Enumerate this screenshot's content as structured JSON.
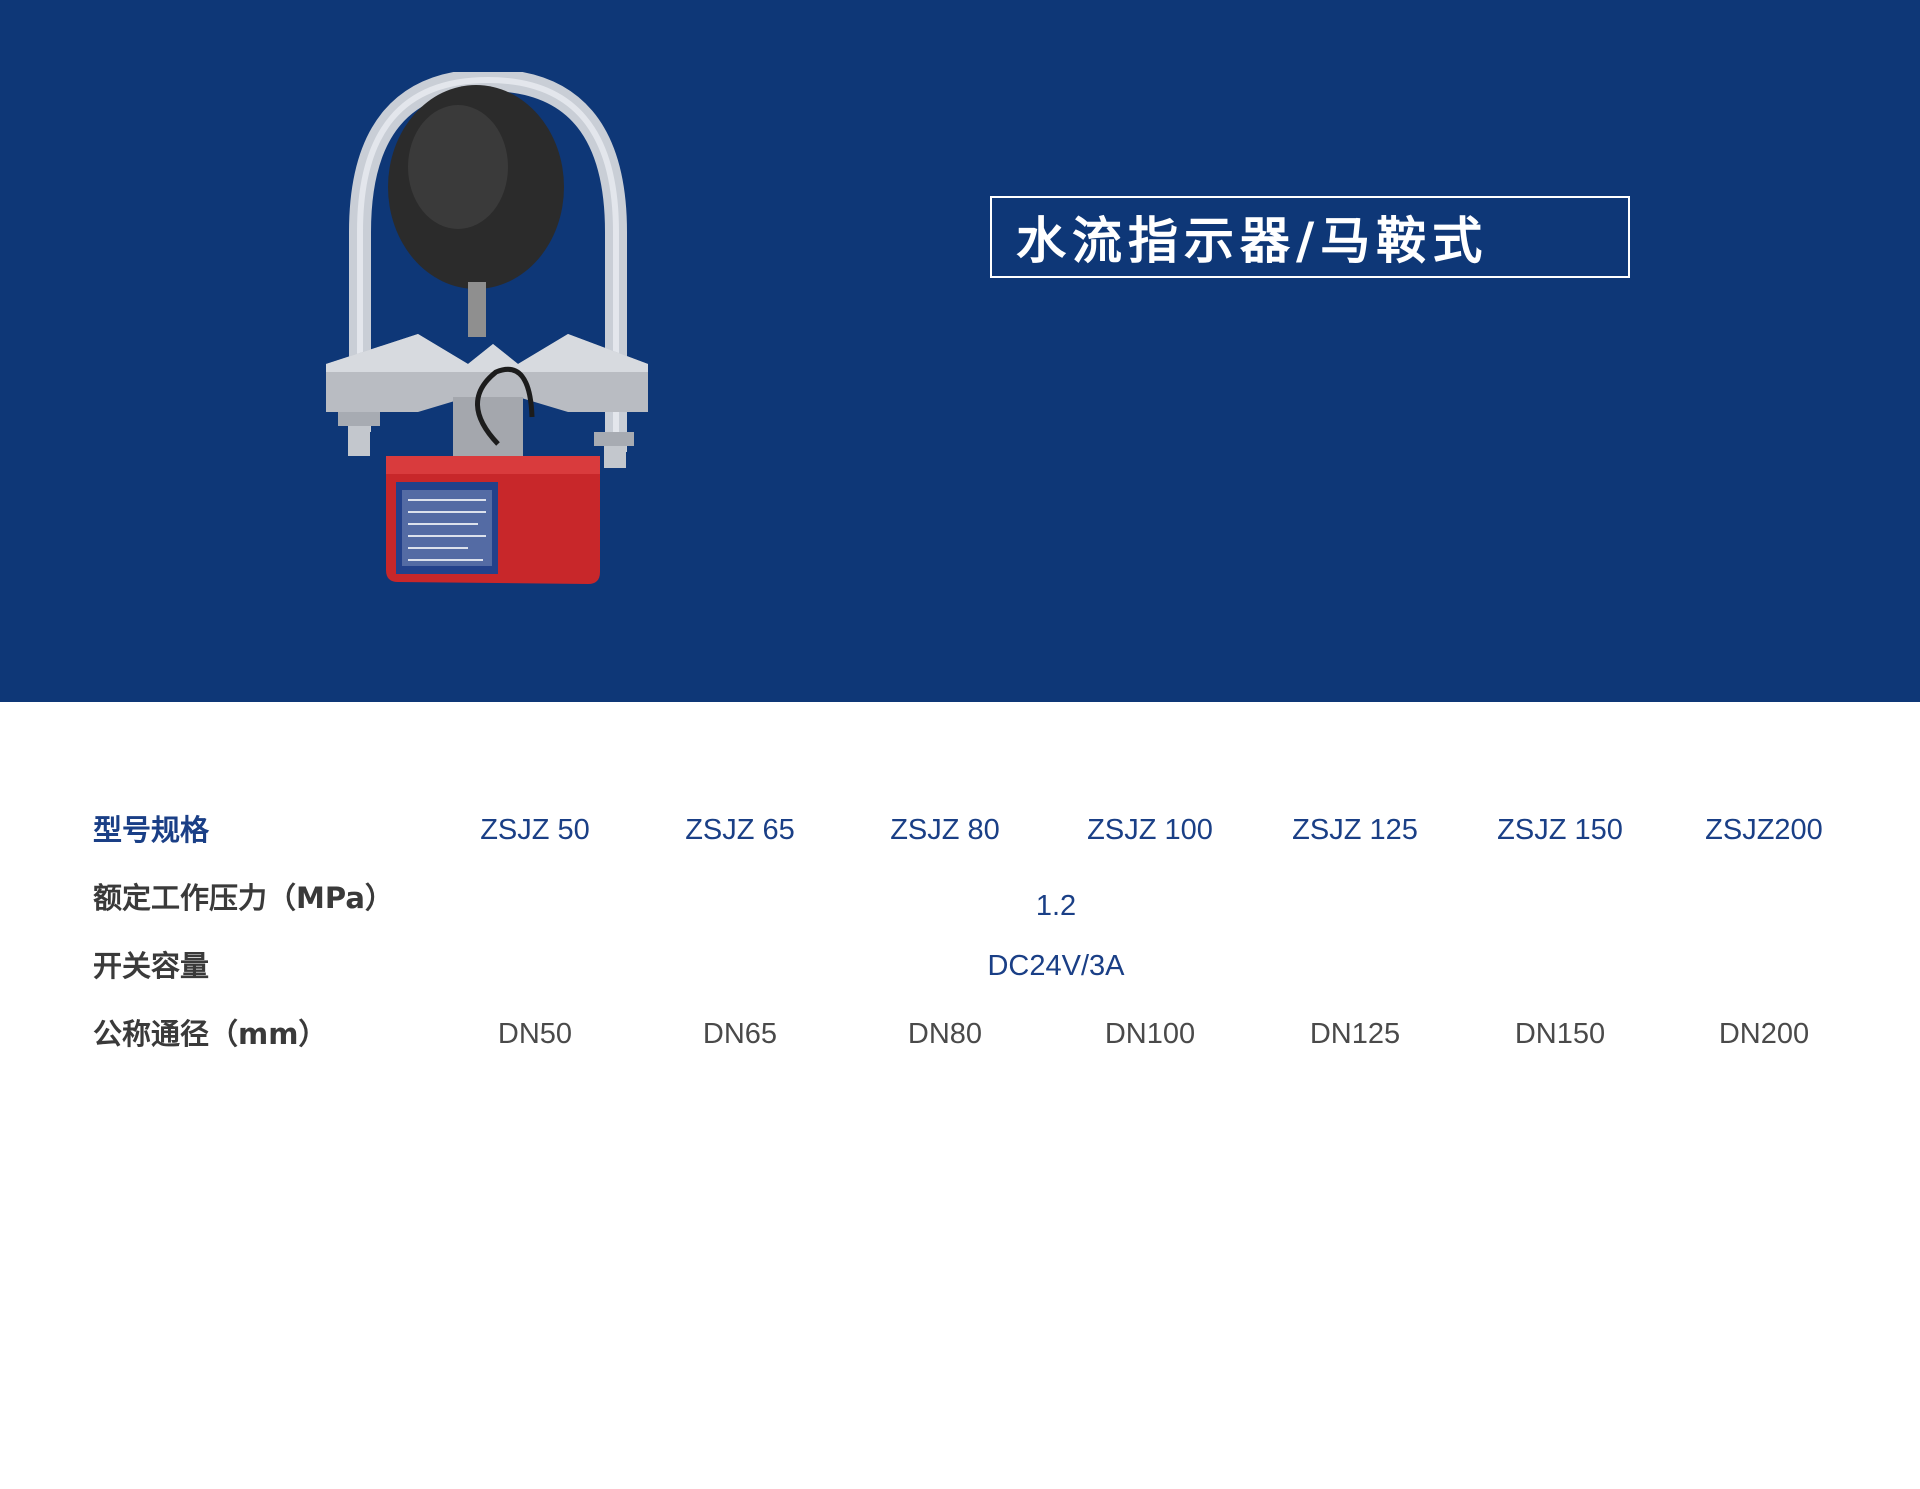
{
  "title": "水流指示器/马鞍式",
  "colors": {
    "banner": "#0e3777",
    "accent_text": "#1a3f86",
    "label_text": "#3a3a3a"
  },
  "specs": {
    "model": {
      "label": "型号规格",
      "values": [
        "ZSJZ 50",
        "ZSJZ 65",
        "ZSJZ 80",
        "ZSJZ 100",
        "ZSJZ 125",
        "ZSJZ 150",
        "ZSJZ200"
      ]
    },
    "pressure": {
      "label": "额定工作压力（MPa）",
      "value": "1.2"
    },
    "switch": {
      "label": "开关容量",
      "value": "DC24V/3A"
    },
    "diameter": {
      "label": "公称通径（mm）",
      "values": [
        "DN50",
        "DN65",
        "DN80",
        "DN100",
        "DN125",
        "DN150",
        "DN200"
      ]
    }
  },
  "product_image": {
    "icon": "water-flow-indicator-saddle-type"
  }
}
